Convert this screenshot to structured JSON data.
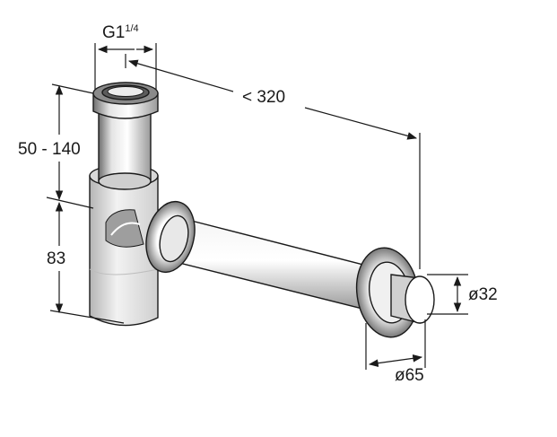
{
  "labels": {
    "thread": "G1",
    "thread_fraction": "1/4",
    "length": "< 320",
    "height_upper": "50 - 140",
    "height_lower": "83",
    "pipe_diameter": "ø32",
    "rosette_diameter": "ø65"
  },
  "colors": {
    "line": "#1a1a1a",
    "shade_dark": "#6f6f6f",
    "shade_mid": "#a9a9a9",
    "shade_light": "#e4e4e4",
    "background": "#ffffff"
  }
}
